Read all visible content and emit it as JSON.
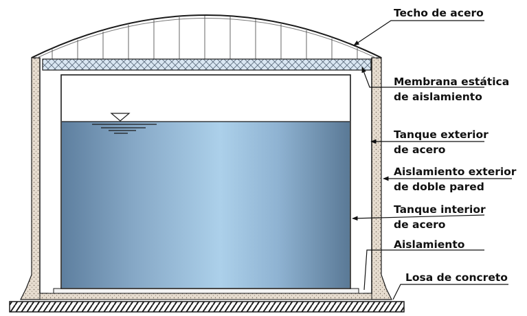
{
  "labels": {
    "techo": "Techo de acero",
    "membrana_1": "Membrana estática",
    "membrana_2": "de aislamiento",
    "tanque_ext_1": "Tanque exterior",
    "tanque_ext_2": "de acero",
    "aisl_ext_1": "Aislamiento exterior",
    "aisl_ext_2": "de doble pared",
    "tanque_int_1": "Tanque interior",
    "tanque_int_2": "de acero",
    "aislamiento": "Aislamiento",
    "losa": "Losa de concreto"
  },
  "colors": {
    "liquid_edge": "#5a7b9c",
    "liquid_center": "#a9cbe6",
    "insulation_fill": "#e7ddd0",
    "membrane_fill": "#cfe0ef",
    "outline": "#1a1a1a"
  }
}
